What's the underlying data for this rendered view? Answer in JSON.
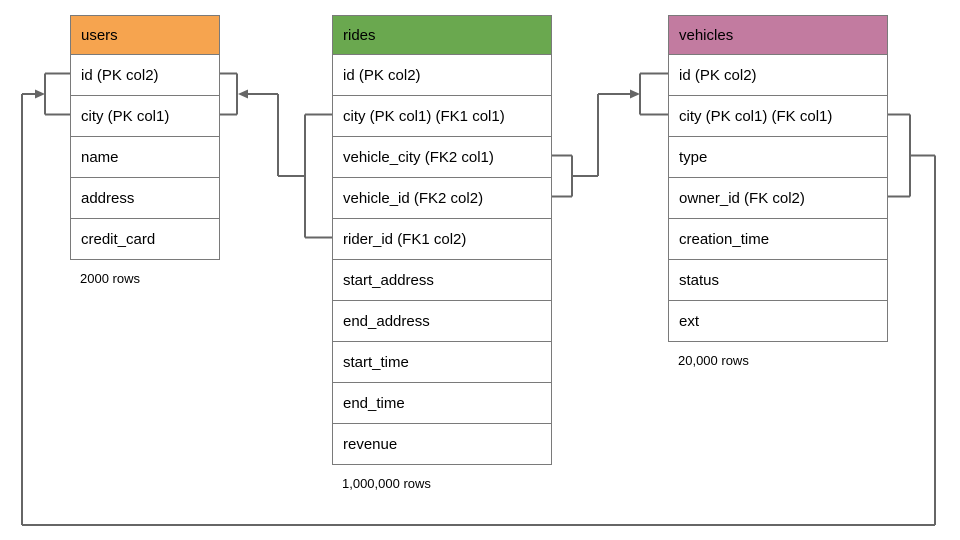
{
  "diagram": {
    "connector_color": "#666666",
    "tables": [
      {
        "name": "users",
        "header_color": "#F6A44F",
        "rows": [
          "id (PK col2)",
          "city (PK col1)",
          "name",
          "address",
          "credit_card"
        ],
        "row_count": "2000 rows"
      },
      {
        "name": "rides",
        "header_color": "#6AA84F",
        "rows": [
          "id (PK col2)",
          "city (PK col1) (FK1 col1)",
          "vehicle_city (FK2 col1)",
          "vehicle_id (FK2 col2)",
          "rider_id (FK1 col2)",
          "start_address",
          "end_address",
          "start_time",
          "end_time",
          "revenue"
        ],
        "row_count": "1,000,000 rows"
      },
      {
        "name": "vehicles",
        "header_color": "#C27BA0",
        "rows": [
          "id (PK col2)",
          "city (PK col1) (FK col1)",
          "type",
          "owner_id (FK col2)",
          "creation_time",
          "status",
          "ext"
        ],
        "row_count": "20,000 rows"
      }
    ]
  }
}
